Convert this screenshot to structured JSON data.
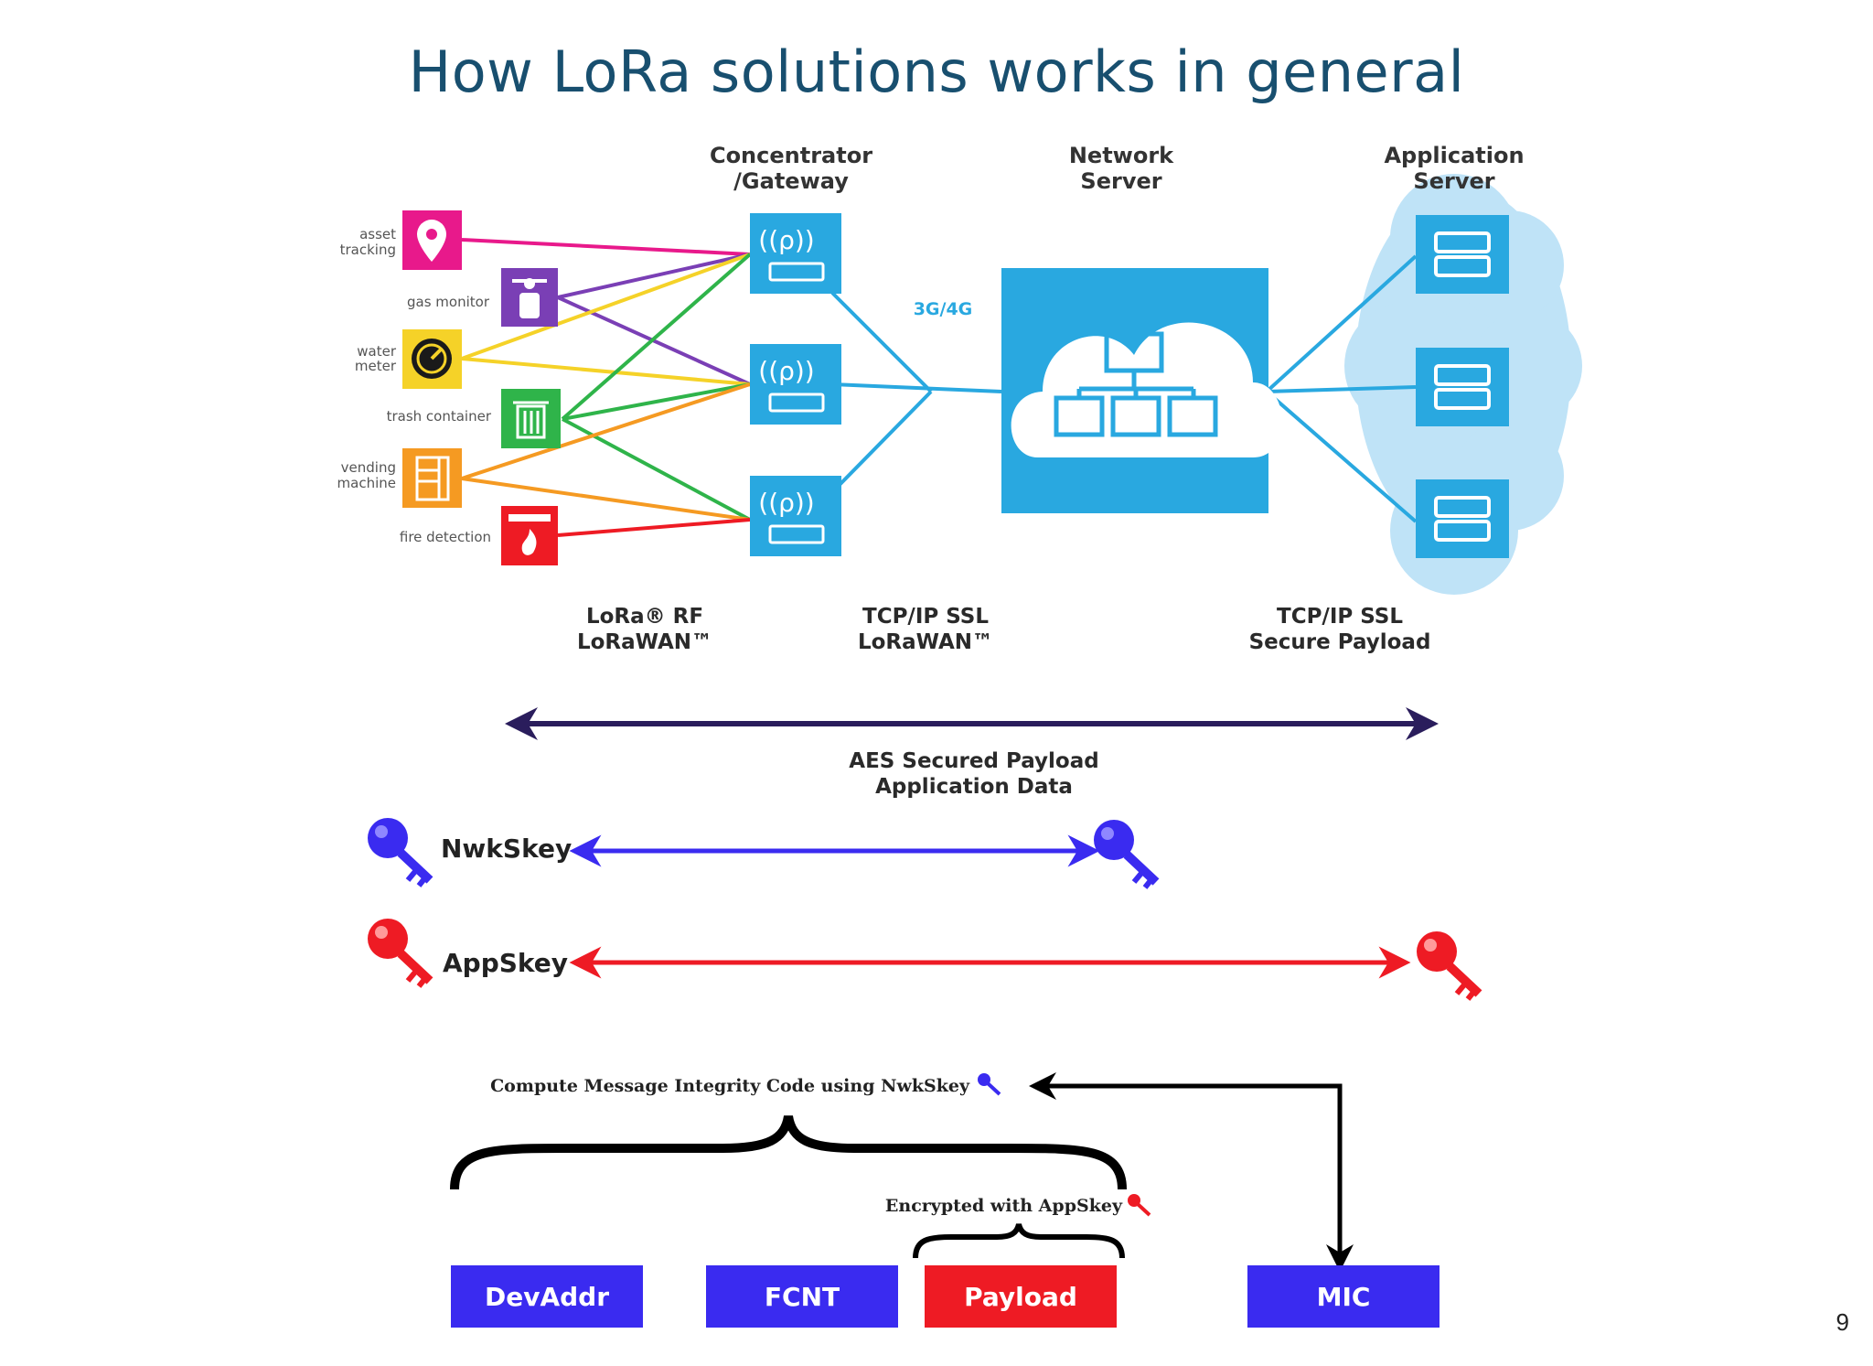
{
  "title": "How LoRa solutions works in general",
  "slide_number": "9",
  "columns": {
    "gateway": [
      "Concentrator",
      "/Gateway"
    ],
    "network_server": [
      "Network",
      "Server"
    ],
    "application_server": [
      "Application",
      "Server"
    ]
  },
  "devices": {
    "asset": [
      "asset",
      "tracking"
    ],
    "gas": "gas monitor",
    "water": [
      "water",
      "meter"
    ],
    "trash": "trash container",
    "vending": [
      "vending",
      "machine"
    ],
    "fire": "fire detection"
  },
  "backhaul_label": "3G/4G",
  "protocols": {
    "lora": [
      "LoRa® RF",
      "LoRaWAN™"
    ],
    "tcp_lorawan": [
      "TCP/IP SSL",
      "LoRaWAN™"
    ],
    "tcp_secure": [
      "TCP/IP SSL",
      "Secure Payload"
    ]
  },
  "aes_label": [
    "AES Secured Payload",
    "Application Data"
  ],
  "keys": {
    "nwk": "NwkSkey",
    "app": "AppSkey"
  },
  "mic_caption": "Compute Message Integrity Code using NwkSkey",
  "encrypted_caption": "Encrypted with AppSkey",
  "frame_fields": {
    "devaddr": "DevAddr",
    "fcnt": "FCNT",
    "payload": "Payload",
    "mic": "MIC"
  },
  "colors": {
    "title": "#184f6f",
    "lora_blue": "#29a8e0",
    "aes_arrow": "#2a1d5c",
    "nwk_key": "#3a2bf0",
    "app_key": "#ee1b24",
    "field_blue": "#3a2bf0",
    "field_red": "#ee1b24",
    "cloud_light": "#bfe3f7"
  }
}
